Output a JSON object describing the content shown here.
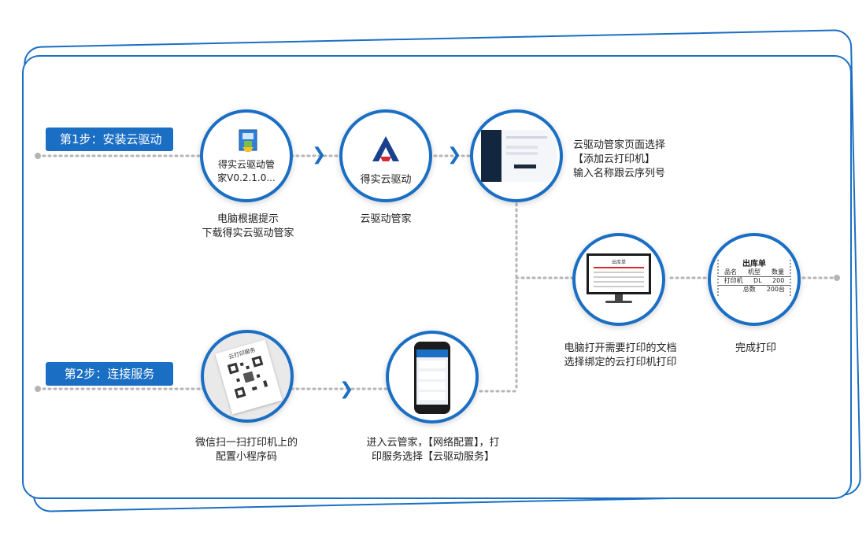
{
  "steps": {
    "step1_label": "第1步：安装云驱动",
    "step2_label": "第2步：连接服务"
  },
  "nodes": {
    "installer": {
      "line1": "得实云驱动管",
      "line2": "家V0.2.1.0...",
      "caption_lines": [
        "电脑根据提示",
        "下载得实云驱动管家"
      ]
    },
    "app": {
      "logo_text": "得实云驱动",
      "caption_lines": [
        "云驱动管家"
      ]
    },
    "manager_page": {
      "caption_lines": [
        "云驱动管家页面选择",
        "【添加云打印机】",
        "输入名称跟云序列号"
      ]
    },
    "qrcode": {
      "sticker_title": "云打印服务",
      "caption_lines": [
        "微信扫一扫打印机上的",
        "配置小程序码"
      ]
    },
    "phone": {
      "caption_lines": [
        "进入云管家，【网络配置】，打",
        "印服务选择【云驱动服务】"
      ]
    },
    "monitor": {
      "doc_title": "出库单",
      "caption_lines": [
        "电脑打开需要打印的文档",
        "选择绑定的云打印机打印"
      ]
    },
    "receipt": {
      "title": "出库单",
      "headers": [
        "品名",
        "机型",
        "数量"
      ],
      "row": [
        "打印机",
        "DL",
        "200"
      ],
      "total_label": "总数",
      "total_value": "200台",
      "caption_lines": [
        "完成打印"
      ]
    }
  },
  "colors": {
    "primary": "#1a6fc4",
    "dotted_line": "#b5b5b5",
    "logo_red": "#d9282f"
  }
}
